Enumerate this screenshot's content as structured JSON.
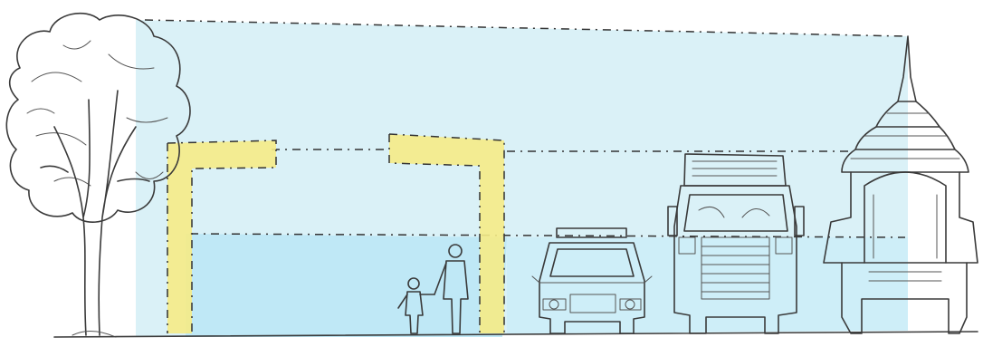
{
  "scene": {
    "colors": {
      "sky_wash": "#d8f0f7",
      "lower_wash": "#bfe8f6",
      "yellow_wash": "#f5eb86",
      "pencil": "#3a3a3a"
    },
    "elements": [
      "tree",
      "gateway-frame",
      "adult-figure",
      "child-figure",
      "car",
      "truck",
      "thai-pavilion",
      "dimension-line-top",
      "dimension-line-mid",
      "dimension-line-low",
      "ground-line"
    ]
  }
}
